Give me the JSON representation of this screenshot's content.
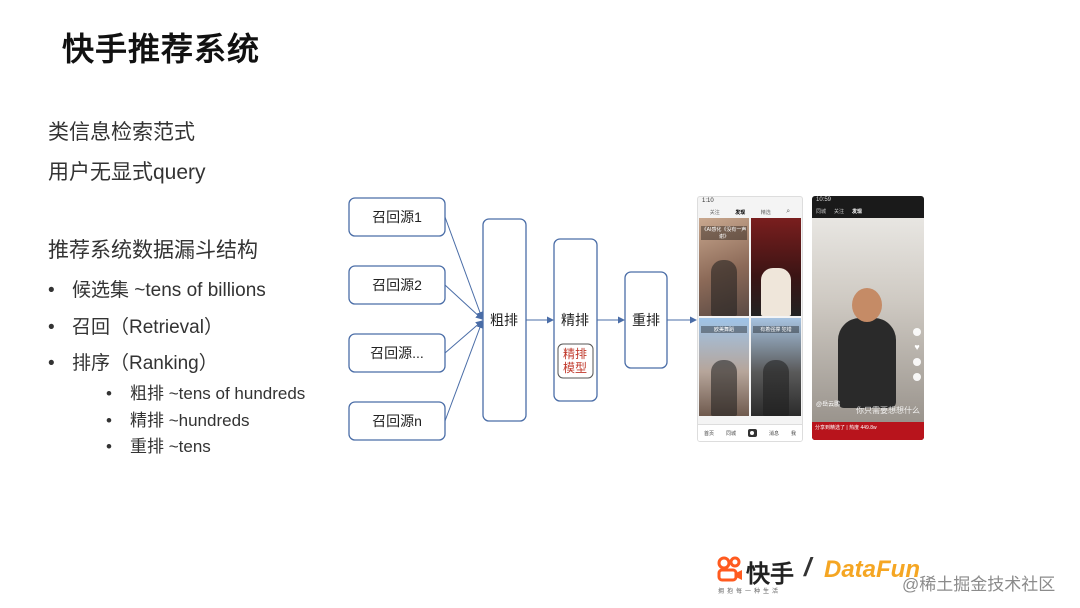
{
  "title": "快手推荐系统",
  "points": {
    "paradigm": "类信息检索范式",
    "no_query": "用户无显式query",
    "funnel_heading": "推荐系统数据漏斗结构",
    "bullet_char": "•",
    "bullets": [
      "候选集 ~tens of billions",
      "召回（Retrieval）",
      "排序（Ranking）"
    ],
    "sub_bullets": [
      "粗排 ~tens of hundreds",
      "精排 ~hundreds",
      "重排 ~tens"
    ]
  },
  "diagram": {
    "recall_sources": [
      "召回源1",
      "召回源2",
      "召回源...",
      "召回源n"
    ],
    "pre_rank": "粗排",
    "fine_rank": "精排",
    "fine_rank_model_line1": "精排",
    "fine_rank_model_line2": "模型",
    "rerank": "重排"
  },
  "phone_light": {
    "status_time": "1:10",
    "tabs": [
      "关注",
      "发现",
      "精选"
    ],
    "active_tab": "发现",
    "captions": [
      "《AI感化《没有一声谢》",
      "",
      "欧美舞蹈",
      "有着强撑 犯错"
    ],
    "nav": [
      "首页",
      "同城",
      "消息",
      "我"
    ]
  },
  "phone_dark": {
    "status_time": "10:59",
    "tabs": [
      "同城",
      "关注",
      "发现"
    ],
    "active_tab": "发现",
    "author": "@岳云鹏",
    "overlay": "你只需要想想什么",
    "bottom_text": "分享到精选了 | 热度 449.8w"
  },
  "footer": {
    "brand": "快手",
    "slogan": "拥抱每一种生活",
    "slash": "/",
    "datafun": "DataFun",
    "watermark": "@稀土掘金技术社区"
  },
  "colors": {
    "box_border": "#4a6da7",
    "arrow": "#4a6da7",
    "model_text": "#c0392b",
    "brand_orange": "#ff5a1f",
    "datafun_orange": "#f5a623"
  }
}
